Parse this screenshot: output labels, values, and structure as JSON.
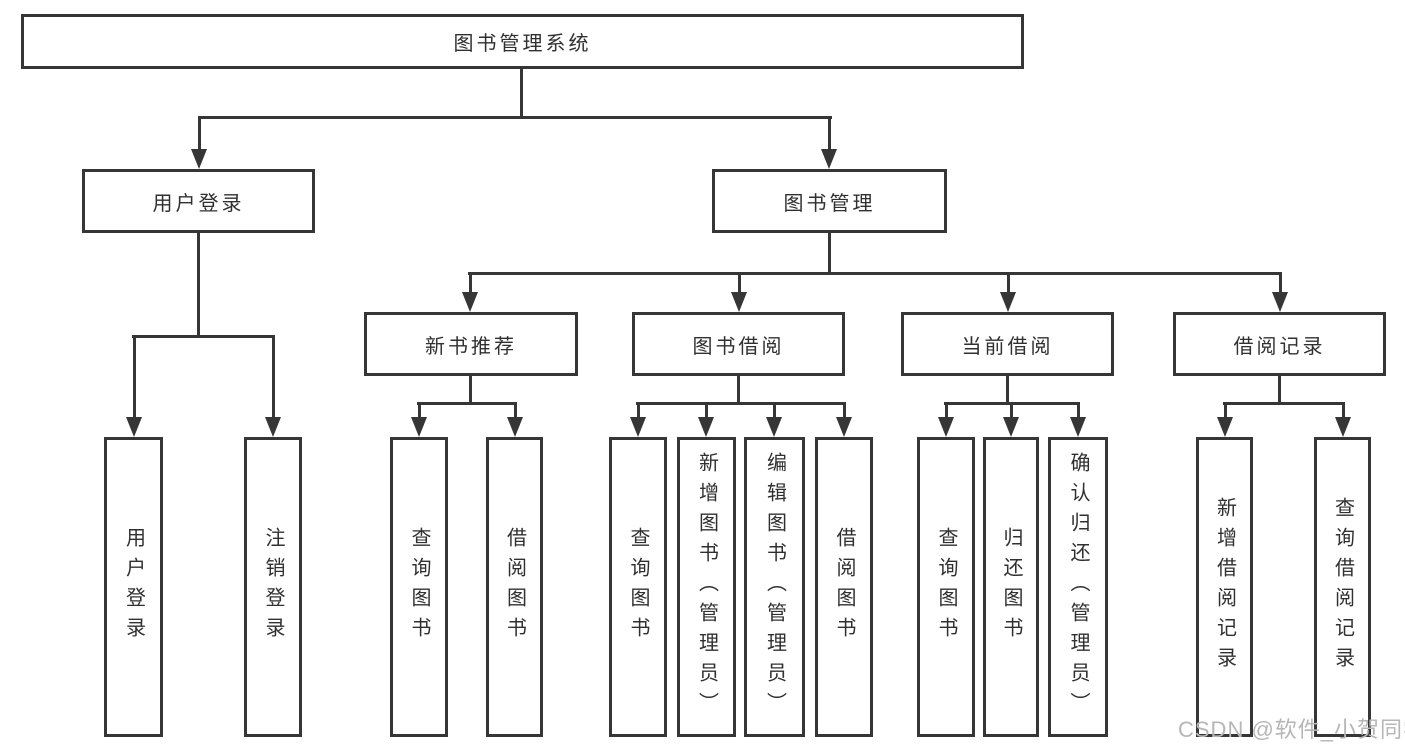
{
  "diagram": {
    "root": {
      "label": "图书管理系统",
      "children": [
        {
          "label": "用户登录",
          "children": [
            {
              "label": "用户登录"
            },
            {
              "label": "注销登录"
            }
          ]
        },
        {
          "label": "图书管理",
          "children": [
            {
              "label": "新书推荐",
              "children": [
                {
                  "label": "查询图书"
                },
                {
                  "label": "借阅图书"
                }
              ]
            },
            {
              "label": "图书借阅",
              "children": [
                {
                  "label": "查询图书"
                },
                {
                  "label": "新增图书（管理员）"
                },
                {
                  "label": "编辑图书（管理员）"
                },
                {
                  "label": "借阅图书"
                }
              ]
            },
            {
              "label": "当前借阅",
              "children": [
                {
                  "label": "查询图书"
                },
                {
                  "label": "归还图书"
                },
                {
                  "label": "确认归还（管理员）"
                }
              ]
            },
            {
              "label": "借阅记录",
              "children": [
                {
                  "label": "新增借阅记录"
                },
                {
                  "label": "查询借阅记录"
                }
              ]
            }
          ]
        }
      ]
    }
  },
  "watermark": {
    "text": "CSDN @软件_小贺同学"
  },
  "colors": {
    "line": "#363636",
    "text": "#303030",
    "watermark": "#b6b6b6",
    "background": "#ffffff"
  }
}
